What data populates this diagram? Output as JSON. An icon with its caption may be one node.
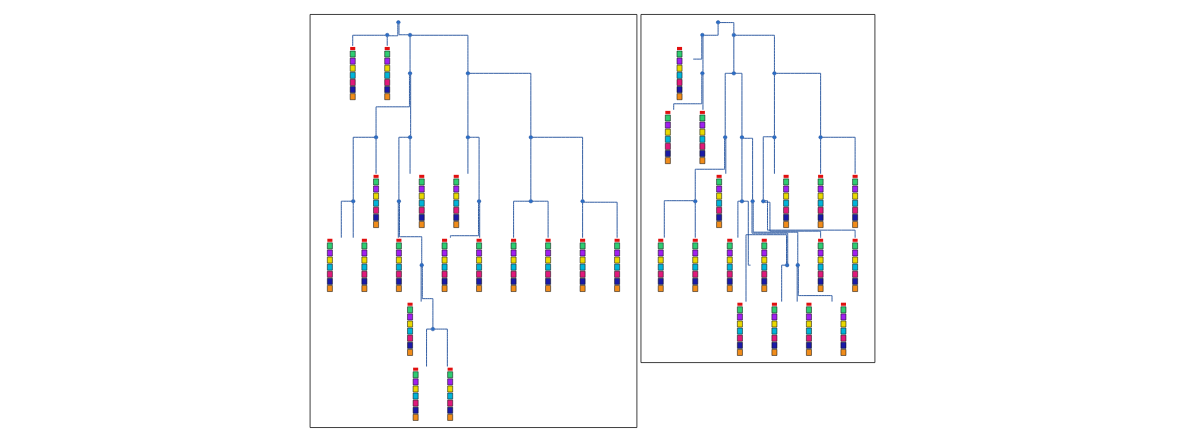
{
  "diagram": {
    "nodes": [
      {
        "text": [],
        "shape": "box"
      },
      {
        "text": [],
        "shape": "circle",
        "in": 0
      },
      {
        "text": [],
        "shape": "circle",
        "in": 0
      },
      {
        "text": [],
        "shape": "picture",
        "in": 0
      },
      {
        "text": [],
        "shape": "picture",
        "in": 0
      },
      {
        "text": [],
        "shape": "circle",
        "in": 0
      },
      {
        "text": [],
        "shape": "circle",
        "in": 0
      },
      {
        "text": [],
        "shape": "circle",
        "in": 0
      },
      {
        "text": [],
        "shape": "circle",
        "in": 0
      },
      {
        "text": [],
        "shape": "picture",
        "in": 0
      },
      {
        "text": [],
        "shape": "picture",
        "in": 0
      },
      {
        "text": [],
        "shape": "picture",
        "in": 0
      },
      {
        "text": [],
        "shape": "circle",
        "in": 0
      },
      {
        "text": [],
        "shape": "circle",
        "in": 0
      },
      {
        "text": [],
        "shape": "picture",
        "in": 0
      },
      {
        "text": [],
        "shape": "circle",
        "in": 0
      },
      {
        "text": [],
        "shape": "picture",
        "in": 0
      },
      {
        "text": [],
        "shape": "circle",
        "in": 0
      },
      {
        "text": [],
        "shape": "picture",
        "in": 0
      },
      {
        "text": [],
        "shape": "picture",
        "in": 0
      },
      {
        "text": [],
        "shape": "picture",
        "in": 0
      },
      {
        "text": [],
        "shape": "circle",
        "in": 0
      },
      {
        "text": [],
        "shape": "circle",
        "in": 0
      },
      {
        "text": [],
        "shape": "picture",
        "in": 0
      },
      {
        "text": [],
        "shape": "circle",
        "in": 0
      },
      {
        "text": [],
        "shape": "picture",
        "in": 0
      },
      {
        "text": [],
        "shape": "picture",
        "in": 0
      },
      {
        "text": [],
        "shape": "circle",
        "in": 0
      },
      {
        "text": [],
        "shape": "circle",
        "in": 0
      },
      {
        "text": [],
        "shape": "picture",
        "in": 0
      },
      {
        "text": [],
        "shape": "picture",
        "in": 0
      },
      {
        "text": [],
        "shape": "circle",
        "in": 0
      },
      {
        "text": [],
        "shape": "picture",
        "in": 0
      },
      {
        "text": [],
        "shape": "picture",
        "in": 0
      },
      {
        "text": [],
        "shape": "box"
      },
      {
        "text": [],
        "shape": "circle",
        "in": 34
      },
      {
        "text": [],
        "shape": "circle",
        "in": 34
      },
      {
        "text": [],
        "shape": "picture",
        "in": 34
      },
      {
        "text": [],
        "shape": "circle",
        "in": 34
      },
      {
        "text": [],
        "shape": "picture",
        "in": 34
      },
      {
        "text": [],
        "shape": "picture",
        "in": 34
      },
      {
        "text": [],
        "shape": "circle",
        "in": 34
      },
      {
        "text": [],
        "shape": "circle",
        "in": 34
      },
      {
        "text": [],
        "shape": "circle",
        "in": 34
      },
      {
        "text": [],
        "shape": "circle",
        "in": 34
      },
      {
        "text": [],
        "shape": "picture",
        "in": 34
      },
      {
        "text": [],
        "shape": "picture",
        "in": 34
      },
      {
        "text": [],
        "shape": "picture",
        "in": 34
      },
      {
        "text": [],
        "shape": "circle",
        "in": 34
      },
      {
        "text": [],
        "shape": "circle",
        "in": 34
      },
      {
        "text": [],
        "shape": "picture",
        "in": 34
      },
      {
        "text": [],
        "shape": "picture",
        "in": 34
      },
      {
        "text": [],
        "shape": "circle",
        "in": 34
      },
      {
        "text": [],
        "shape": "circle",
        "in": 34
      },
      {
        "text": [],
        "shape": "picture",
        "in": 34
      },
      {
        "text": [],
        "shape": "picture",
        "in": 34
      },
      {
        "text": [],
        "shape": "circle",
        "in": 34
      },
      {
        "text": [],
        "shape": "picture",
        "in": 34
      },
      {
        "text": [],
        "shape": "picture",
        "in": 34
      },
      {
        "text": [],
        "shape": "circle",
        "in": 34
      },
      {
        "text": [],
        "shape": "circle",
        "in": 34
      },
      {
        "text": [],
        "shape": "circle",
        "in": 34
      },
      {
        "text": [],
        "shape": "picture",
        "in": 34
      },
      {
        "text": [],
        "shape": "picture",
        "in": 34
      },
      {
        "text": [],
        "shape": "picture",
        "in": 34
      },
      {
        "text": [],
        "shape": "circle",
        "in": 34
      },
      {
        "text": [],
        "shape": "picture",
        "in": 34
      },
      {
        "text": [],
        "shape": "picture",
        "in": 34
      }
    ],
    "edges": [
      {
        "from": 1,
        "to": 2,
        "arrow": "none"
      },
      {
        "from": 2,
        "to": 3,
        "arrow": "none"
      },
      {
        "from": 2,
        "to": 4,
        "arrow": "none"
      },
      {
        "from": 1,
        "to": 5,
        "arrow": "none"
      },
      {
        "from": 5,
        "to": 6,
        "arrow": "none"
      },
      {
        "from": 6,
        "to": 7,
        "arrow": "none"
      },
      {
        "from": 7,
        "to": 8,
        "arrow": "none"
      },
      {
        "from": 8,
        "to": 9,
        "arrow": "none"
      },
      {
        "from": 8,
        "to": 10,
        "arrow": "none"
      },
      {
        "from": 7,
        "to": 11,
        "arrow": "none"
      },
      {
        "from": 6,
        "to": 12,
        "arrow": "none"
      },
      {
        "from": 12,
        "to": 13,
        "arrow": "none"
      },
      {
        "from": 13,
        "to": 14,
        "arrow": "none"
      },
      {
        "from": 13,
        "to": 15,
        "arrow": "none"
      },
      {
        "from": 15,
        "to": 16,
        "arrow": "none"
      },
      {
        "from": 15,
        "to": 17,
        "arrow": "none"
      },
      {
        "from": 17,
        "to": 18,
        "arrow": "none"
      },
      {
        "from": 17,
        "to": 19,
        "arrow": "none"
      },
      {
        "from": 12,
        "to": 20,
        "arrow": "none"
      },
      {
        "from": 5,
        "to": 21,
        "arrow": "none"
      },
      {
        "from": 21,
        "to": 22,
        "arrow": "none"
      },
      {
        "from": 22,
        "to": 23,
        "arrow": "none"
      },
      {
        "from": 22,
        "to": 24,
        "arrow": "none"
      },
      {
        "from": 24,
        "to": 25,
        "arrow": "none"
      },
      {
        "from": 24,
        "to": 26,
        "arrow": "none"
      },
      {
        "from": 21,
        "to": 27,
        "arrow": "none"
      },
      {
        "from": 27,
        "to": 28,
        "arrow": "none"
      },
      {
        "from": 28,
        "to": 29,
        "arrow": "none"
      },
      {
        "from": 28,
        "to": 30,
        "arrow": "none"
      },
      {
        "from": 27,
        "to": 31,
        "arrow": "none"
      },
      {
        "from": 31,
        "to": 32,
        "arrow": "none"
      },
      {
        "from": 31,
        "to": 33,
        "arrow": "none"
      },
      {
        "from": 35,
        "to": 36,
        "arrow": "none"
      },
      {
        "from": 36,
        "to": 37,
        "arrow": "none"
      },
      {
        "from": 36,
        "to": 38,
        "arrow": "none"
      },
      {
        "from": 38,
        "to": 39,
        "arrow": "none"
      },
      {
        "from": 38,
        "to": 40,
        "arrow": "none"
      },
      {
        "from": 35,
        "to": 41,
        "arrow": "none"
      },
      {
        "from": 41,
        "to": 42,
        "arrow": "none"
      },
      {
        "from": 42,
        "to": 43,
        "arrow": "none"
      },
      {
        "from": 43,
        "to": 44,
        "arrow": "none"
      },
      {
        "from": 44,
        "to": 45,
        "arrow": "none"
      },
      {
        "from": 44,
        "to": 46,
        "arrow": "none"
      },
      {
        "from": 43,
        "to": 47,
        "arrow": "none"
      },
      {
        "from": 42,
        "to": 48,
        "arrow": "none"
      },
      {
        "from": 48,
        "to": 49,
        "arrow": "none"
      },
      {
        "from": 49,
        "to": 50,
        "arrow": "none"
      },
      {
        "from": 49,
        "to": 51,
        "arrow": "none"
      },
      {
        "from": 48,
        "to": 52,
        "arrow": "none"
      },
      {
        "from": 52,
        "to": 53,
        "arrow": "none"
      },
      {
        "from": 53,
        "to": 54,
        "arrow": "none"
      },
      {
        "from": 53,
        "to": 55,
        "arrow": "none"
      },
      {
        "from": 52,
        "to": 56,
        "arrow": "none"
      },
      {
        "from": 56,
        "to": 57,
        "arrow": "none"
      },
      {
        "from": 56,
        "to": 58,
        "arrow": "none"
      },
      {
        "from": 41,
        "to": 59,
        "arrow": "none"
      },
      {
        "from": 59,
        "to": 60,
        "arrow": "none"
      },
      {
        "from": 60,
        "to": 61,
        "arrow": "none"
      },
      {
        "from": 61,
        "to": 62,
        "arrow": "none"
      },
      {
        "from": 61,
        "to": 63,
        "arrow": "none"
      },
      {
        "from": 60,
        "to": 64,
        "arrow": "none"
      },
      {
        "from": 59,
        "to": 65,
        "arrow": "none"
      },
      {
        "from": 65,
        "to": 66,
        "arrow": "none"
      },
      {
        "from": 65,
        "to": 67,
        "arrow": "none"
      }
    ]
  }
}
